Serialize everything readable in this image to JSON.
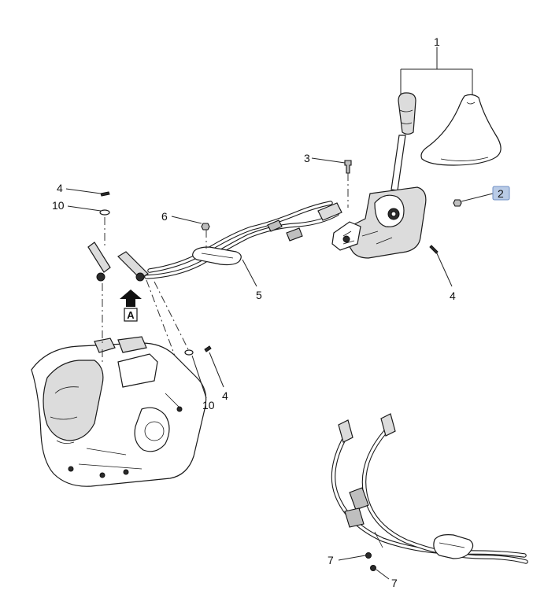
{
  "callouts": {
    "c1": "1",
    "c2": "2",
    "c3": "3",
    "c4a": "4",
    "c4b": "4",
    "c4c": "4",
    "c5": "5",
    "c6": "6",
    "c7a": "7",
    "c7b": "7",
    "c10a": "10",
    "c10b": "10"
  },
  "view_marker": {
    "label": "A"
  },
  "highlight": {
    "callout": "2",
    "color": "#b9cbe6"
  }
}
